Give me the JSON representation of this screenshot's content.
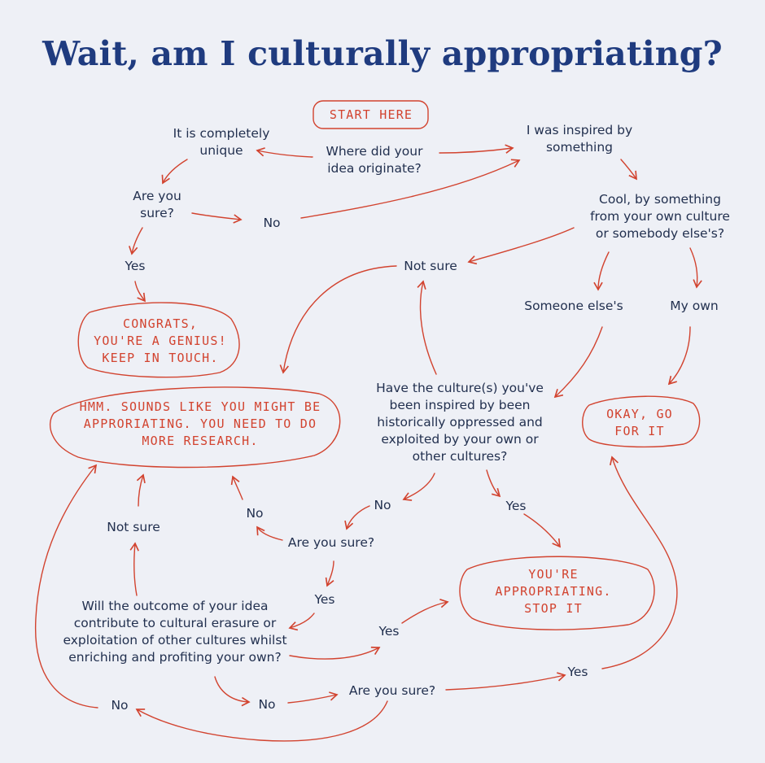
{
  "title": "Wait, am I culturally appropriating?",
  "colors": {
    "title": "#1f3b7f",
    "text": "#22304f",
    "accent": "#d2432f",
    "background": "#eef0f6"
  },
  "nodes": {
    "start": [
      "START HERE"
    ],
    "origin_q": [
      "Where did your",
      "idea originate?"
    ],
    "unique": [
      "It is completely",
      "unique"
    ],
    "inspired": [
      "I was inspired by",
      "something"
    ],
    "are_you_sure_1": [
      "Are you",
      "sure?"
    ],
    "no_1": [
      "No"
    ],
    "own_or_else": [
      "Cool, by something",
      "from your own culture",
      "or somebody else's?"
    ],
    "yes_1": [
      "Yes"
    ],
    "not_sure_1": [
      "Not sure"
    ],
    "someone_elses": [
      "Someone else's"
    ],
    "my_own": [
      "My own"
    ],
    "congrats": [
      "CONGRATS,",
      "YOU'RE A GENIUS!",
      "KEEP IN TOUCH."
    ],
    "hmm": [
      "HMM. SOUNDS LIKE YOU MIGHT BE",
      "APPRORIATING. YOU NEED TO DO",
      "MORE RESEARCH."
    ],
    "oppressed_q": [
      "Have the culture(s) you've",
      "been inspired by been",
      "historically oppressed and",
      "exploited by your own or",
      "other cultures?"
    ],
    "okay": [
      "OKAY, GO",
      "FOR IT"
    ],
    "no_2": [
      "No"
    ],
    "yes_2": [
      "Yes"
    ],
    "no_3": [
      "No"
    ],
    "not_sure_2": [
      "Not sure"
    ],
    "are_you_sure_2": [
      "Are you sure?"
    ],
    "appropriating": [
      "YOU'RE",
      "APPROPRIATING.",
      "STOP IT"
    ],
    "yes_3": [
      "Yes"
    ],
    "outcome_q": [
      "Will the outcome of your idea",
      "contribute to cultural erasure or",
      "exploitation of other cultures whilst",
      "enriching and profiting your own?"
    ],
    "yes_4": [
      "Yes"
    ],
    "yes_5": [
      "Yes"
    ],
    "are_you_sure_3": [
      "Are you sure?"
    ],
    "no_4": [
      "No"
    ],
    "no_5": [
      "No"
    ]
  }
}
